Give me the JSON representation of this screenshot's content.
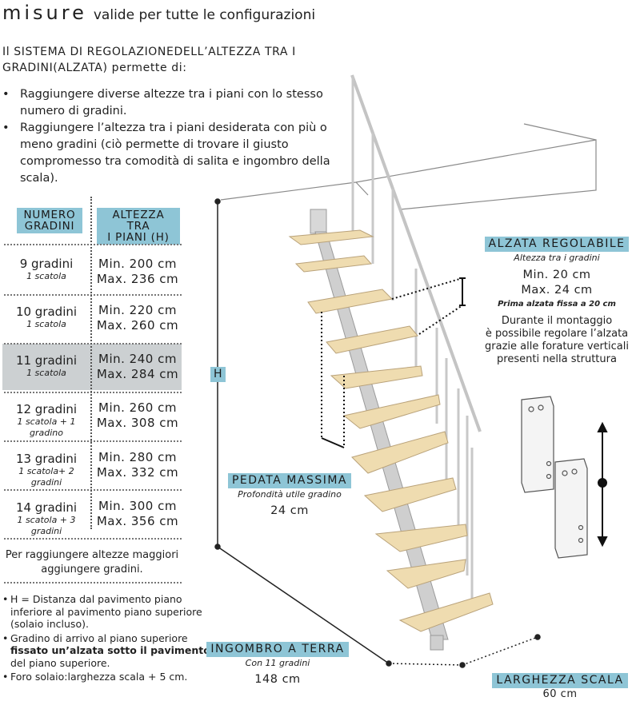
{
  "title": {
    "main": "misure",
    "sub": "valide per tutte le configurazioni"
  },
  "intro": {
    "text_a": "Il SISTEMA DI REGOLAZIONE",
    "text_b": "DELL’ALTEZZA TRA I GRADINI",
    "text_c": "(ALZATA)",
    "text_d": " permette di:"
  },
  "bullets": [
    "Raggiungere diverse altezze tra i piani con lo stesso numero di gradini.",
    "Raggiungere l’altezza tra i piani desiderata con più o meno gradini (ciò permette di trovare il giusto compromesso tra comodità di salita e ingombro della scala)."
  ],
  "table": {
    "header_left_1": "NUMERO",
    "header_left_2": "GRADINI",
    "header_right_1": "ALTEZZA TRA",
    "header_right_2": "I PIANI  (H)",
    "rows": [
      {
        "gradini": "9 gradini",
        "scatola": "1 scatola",
        "min": "Min. 200 cm",
        "max": "Max. 236 cm"
      },
      {
        "gradini": "10 gradini",
        "scatola": "1 scatola",
        "min": "Min. 220 cm",
        "max": "Max. 260 cm"
      },
      {
        "gradini": "11 gradini",
        "scatola": "1 scatola",
        "min": "Min. 240 cm",
        "max": "Max. 284 cm"
      },
      {
        "gradini": "12 gradini",
        "scatola": "1 scatola + 1 gradino",
        "min": "Min. 260 cm",
        "max": "Max. 308 cm"
      },
      {
        "gradini": "13 gradini",
        "scatola": "1 scatola+ 2 gradini",
        "min": "Min. 280 cm",
        "max": "Max. 332 cm"
      },
      {
        "gradini": "14 gradini",
        "scatola": "1 scatola + 3 gradini",
        "min": "Min. 300 cm",
        "max": "Max. 356 cm"
      }
    ]
  },
  "note_more": "Per raggiungere altezze maggiori aggiungere gradini.",
  "notes": {
    "n1": "H = Distanza dal pavimento piano inferiore al pavimento piano superiore (solaio incluso).",
    "n2_a": "Gradino di arrivo al piano superiore ",
    "n2_b": "fissato un’alzata sotto il pavimento",
    "n2_c": " del piano superiore.",
    "n3": "Foro solaio:larghezza scala + 5 cm."
  },
  "h_label": "H",
  "alzata": {
    "tag": "ALZATA REGOLABILE",
    "sub": "Altezza tra i gradini",
    "min": "Min. 20 cm",
    "max": "Max. 24 cm",
    "fixed": "Prima alzata fissa a 20 cm",
    "desc_1": "Durante il montaggio",
    "desc_2": "è possibile regolare l’alzata",
    "desc_3": "grazie alle forature verticali",
    "desc_4": "presenti nella struttura"
  },
  "pedata": {
    "tag": "PEDATA MASSIMA",
    "sub": "Profondità utile gradino",
    "val": "24 cm"
  },
  "ingombro": {
    "tag": "INGOMBRO A TERRA",
    "sub": "Con 11 gradini",
    "val": "148 cm"
  },
  "larghezza": {
    "tag": "LARGHEZZA SCALA",
    "val": "60 cm"
  },
  "colors": {
    "accent": "#8ec5d6",
    "highlight_row": "#ccd0d2",
    "wood": "#efdcb0",
    "metal": "#c9c9c9"
  }
}
